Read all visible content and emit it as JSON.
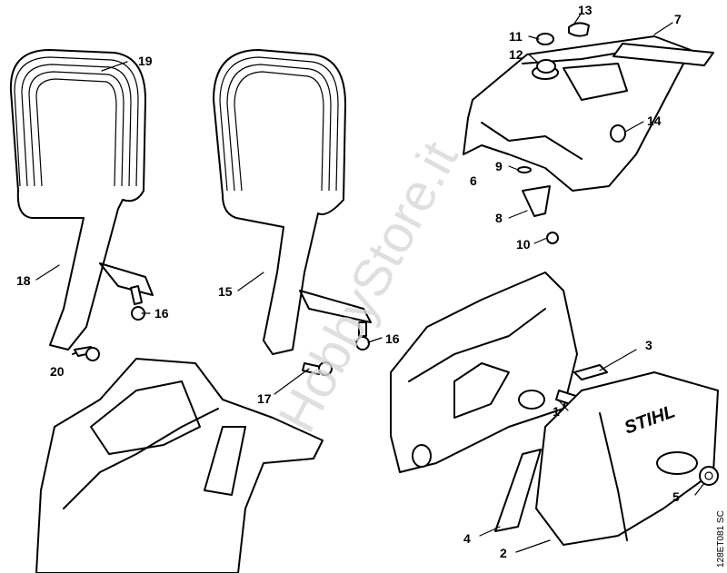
{
  "diagram": {
    "watermark": "HobbyStore.it",
    "drawing_code": "128ET081 SC",
    "brand_logo": "STIHL",
    "callouts": {
      "p1": "1",
      "p2": "2",
      "p3": "3",
      "p4": "4",
      "p5": "5",
      "p6": "6",
      "p7": "7",
      "p8": "8",
      "p9": "9",
      "p10": "10",
      "p11": "11",
      "p12": "12",
      "p13": "13",
      "p14": "14",
      "p15": "15",
      "p16a": "16",
      "p16b": "16",
      "p17": "17",
      "p18": "18",
      "p19": "19",
      "p20": "20"
    }
  }
}
